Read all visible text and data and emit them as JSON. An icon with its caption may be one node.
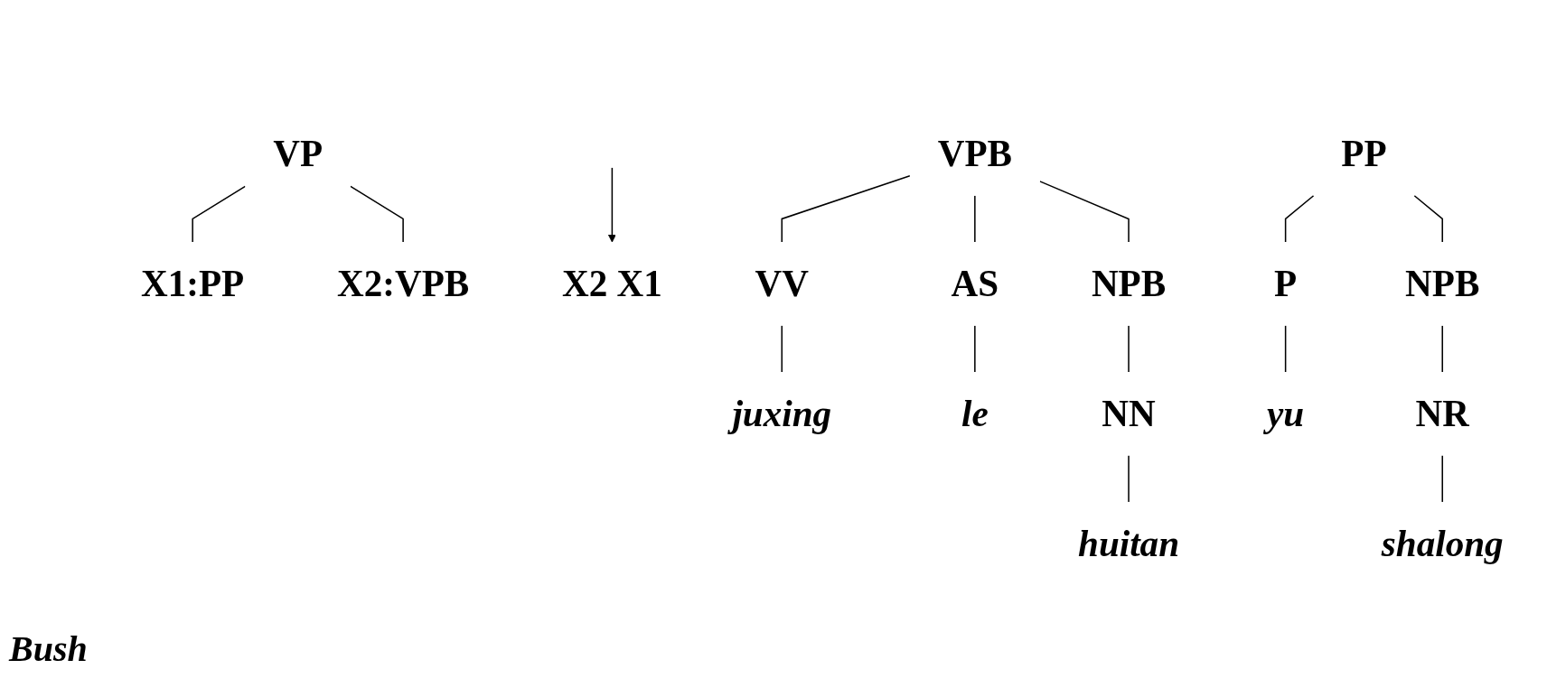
{
  "diagram": {
    "nodes": [
      {
        "text": [
          "VP"
        ]
      },
      {
        "text": [
          "X1:PP"
        ]
      },
      {
        "text": [
          "X2:VPB"
        ]
      },
      {
        "text": [
          "X2 X1"
        ]
      },
      {
        "text": [
          "VPB"
        ]
      },
      {
        "text": [
          "PP"
        ]
      },
      {
        "text": [
          "NPB"
        ]
      },
      {
        "text": [
          "NPB"
        ]
      },
      {
        "text": [
          "VV"
        ]
      },
      {
        "text": [
          "AS"
        ]
      },
      {
        "text": [
          "NN"
        ]
      },
      {
        "text": [
          "P"
        ]
      },
      {
        "text": [
          "NR"
        ]
      },
      {
        "text": [
          "juxing"
        ]
      },
      {
        "text": [
          "le"
        ]
      },
      {
        "text": [
          "huitan"
        ]
      },
      {
        "text": [
          "yu"
        ]
      },
      {
        "text": [
          "shalong"
        ]
      }
    ],
    "edges": [
      {
        "from": 0,
        "to": 1,
        "arrow": "none"
      },
      {
        "from": 0,
        "to": 2,
        "arrow": "none"
      },
      {
        "from": null,
        "to": 3,
        "arrow": "to"
      },
      {
        "from": 4,
        "to": 8,
        "arrow": "none"
      },
      {
        "from": 4,
        "to": 9,
        "arrow": "none"
      },
      {
        "from": 4,
        "to": 6,
        "arrow": "none"
      },
      {
        "from": 5,
        "to": 11,
        "arrow": "none"
      },
      {
        "from": 5,
        "to": 7,
        "arrow": "none"
      },
      {
        "from": 6,
        "to": 10,
        "arrow": "none"
      },
      {
        "from": 7,
        "to": 12,
        "arrow": "none"
      },
      {
        "from": 8,
        "to": 13,
        "arrow": "none"
      },
      {
        "from": 9,
        "to": 14,
        "arrow": "none"
      },
      {
        "from": 10,
        "to": 15,
        "arrow": "none"
      },
      {
        "from": 11,
        "to": 16,
        "arrow": "none"
      },
      {
        "from": 12,
        "to": 17,
        "arrow": "none"
      }
    ],
    "labels": [
      "Bush"
    ]
  }
}
